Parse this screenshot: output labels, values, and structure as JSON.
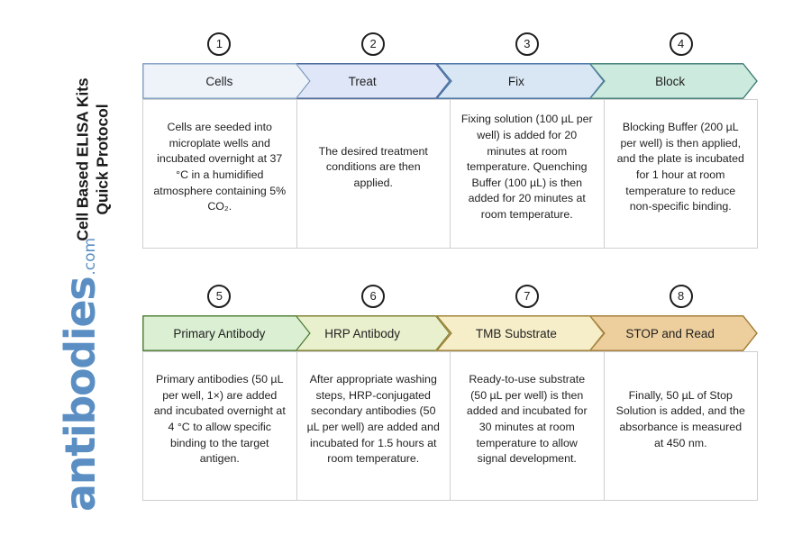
{
  "document": {
    "title_line1": "Cell Based ELISA Kits",
    "title_line2": "Quick Protocol"
  },
  "brand": {
    "name": "antibodies",
    "tld": ".com",
    "color": "#5b8fc4"
  },
  "rows": [
    {
      "id": "row-1",
      "steps": [
        {
          "number": "1",
          "label": "Cells",
          "fill": "#eef3fa",
          "stroke": "#7d9cc0",
          "body": "Cells are seeded into microplate wells and incubated overnight at 37 °C in a humidified atmosphere containing 5% CO₂."
        },
        {
          "number": "2",
          "label": "Treat",
          "fill": "#dfe6f7",
          "stroke": "#3f5e93",
          "body": "The desired treatment conditions are then applied."
        },
        {
          "number": "3",
          "label": "Fix",
          "fill": "#d9e7f5",
          "stroke": "#3f6ea0",
          "body": "Fixing solution (100 µL per well) is added for 20 minutes at room temperature. Quenching Buffer (100 µL) is then added for 20 minutes at room temperature."
        },
        {
          "number": "4",
          "label": "Block",
          "fill": "#cdeade",
          "stroke": "#3f7b74",
          "body": "Blocking Buffer (200 µL per well) is then applied, and the plate is incubated for 1 hour at room temperature to reduce non-specific binding."
        }
      ]
    },
    {
      "id": "row-2",
      "steps": [
        {
          "number": "5",
          "label": "Primary Antibody",
          "fill": "#dbefd3",
          "stroke": "#4b7a33",
          "body": "Primary antibodies (50 µL per well, 1×) are added and incubated overnight at 4 °C to allow specific binding to the target antigen."
        },
        {
          "number": "6",
          "label": "HRP Antibody",
          "fill": "#e9f0cd",
          "stroke": "#7a7a2a",
          "body": "After appropriate washing steps, HRP-conjugated secondary antibodies (50 µL per well) are added and incubated for 1.5 hours at room temperature."
        },
        {
          "number": "7",
          "label": "TMB Substrate",
          "fill": "#f6eec9",
          "stroke": "#9a7b2e",
          "body": "Ready-to-use substrate (50 µL per well) is then added and incubated for 30 minutes at room temperature to allow signal development."
        },
        {
          "number": "8",
          "label": "STOP and Read",
          "fill": "#edcf9e",
          "stroke": "#a07a35",
          "body": "Finally, 50 µL of Stop Solution is added, and the absorbance is measured at 450 nm."
        }
      ]
    }
  ]
}
